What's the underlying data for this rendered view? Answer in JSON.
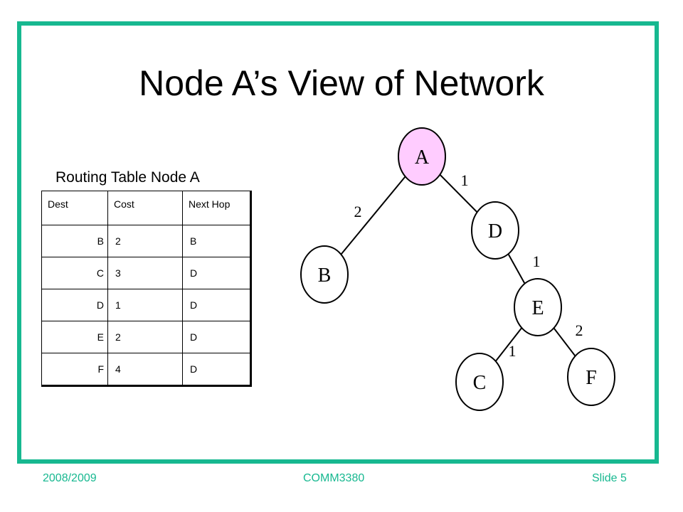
{
  "slide": {
    "title": "Node A’s View of Network",
    "accent_color": "#17b890"
  },
  "routing_table": {
    "caption": "Routing Table Node A",
    "headers": [
      "Dest",
      "Cost",
      "Next Hop"
    ],
    "rows": [
      [
        "B",
        "2",
        "B"
      ],
      [
        "C",
        "3",
        "D"
      ],
      [
        "D",
        "1",
        "D"
      ],
      [
        "E",
        "2",
        "D"
      ],
      [
        "F",
        "4",
        "D"
      ]
    ]
  },
  "network": {
    "nodes": [
      {
        "id": "A",
        "label": "A",
        "fill": "#ffccff"
      },
      {
        "id": "B",
        "label": "B",
        "fill": "#ffffff"
      },
      {
        "id": "C",
        "label": "C",
        "fill": "#ffffff"
      },
      {
        "id": "D",
        "label": "D",
        "fill": "#ffffff"
      },
      {
        "id": "E",
        "label": "E",
        "fill": "#ffffff"
      },
      {
        "id": "F",
        "label": "F",
        "fill": "#ffffff"
      }
    ],
    "edges": [
      {
        "from": "A",
        "to": "B",
        "cost": "2"
      },
      {
        "from": "A",
        "to": "D",
        "cost": "1"
      },
      {
        "from": "D",
        "to": "E",
        "cost": "1"
      },
      {
        "from": "E",
        "to": "C",
        "cost": "1"
      },
      {
        "from": "E",
        "to": "F",
        "cost": "2"
      }
    ]
  },
  "footer": {
    "left": "2008/2009",
    "center": "COMM3380",
    "right": "Slide 5"
  }
}
